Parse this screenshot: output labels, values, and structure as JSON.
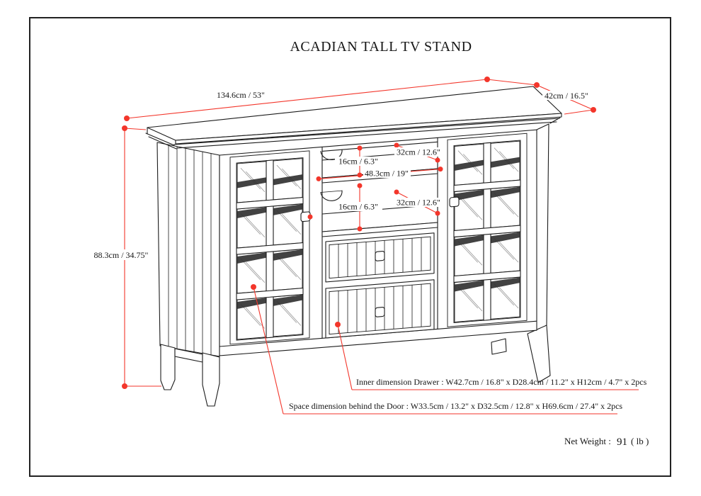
{
  "drawing": {
    "title": "ACADIAN TALL TV STAND",
    "dimensions": {
      "width": "134.6cm / 53\"",
      "depth": "42cm / 16.5\"",
      "height": "88.3cm / 34.75\"",
      "shelf_opening_top_height": "16cm / 6.3\"",
      "shelf_opening_bottom_height": "16cm / 6.3\"",
      "shelf_depth_top": "32cm / 12.6\"",
      "shelf_depth_bottom": "32cm / 12.6\"",
      "shelf_width": "48.3cm / 19\""
    },
    "notes": {
      "drawer_inner": "Inner dimension Drawer : W42.7cm / 16.8\" x D28.4cm / 11.2\" x H12cm / 4.7\" x 2pcs",
      "door_space": "Space dimension behind the Door  : W33.5cm / 13.2\" x D32.5cm / 12.8\" x H69.6cm / 27.4\" x 2pcs"
    },
    "net_weight": {
      "label": "Net Weight :",
      "value": "91",
      "unit": "( lb )"
    },
    "colors": {
      "dimension_red": "#f3362b",
      "line_black": "#1c1c1c"
    }
  }
}
